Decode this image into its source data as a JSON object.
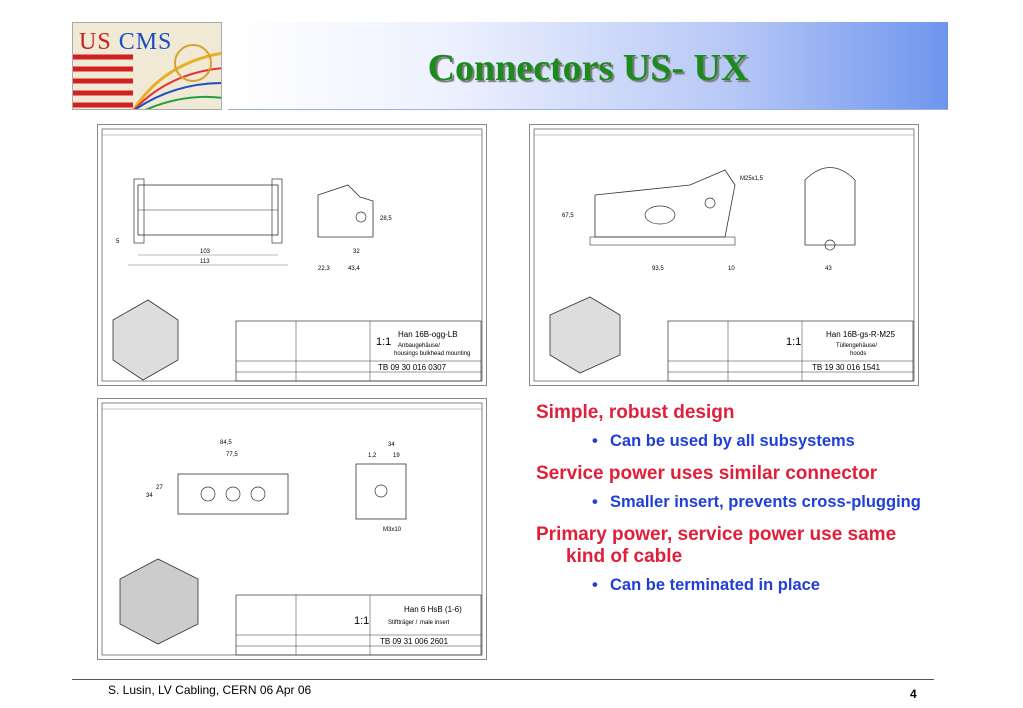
{
  "logo": {
    "us": "US",
    "cms": "CMS"
  },
  "title": "Connectors US- UX",
  "drawings": [
    {
      "part_name": "Han 16B-ogg-LB",
      "desc_de": "Anbaugehäuse/",
      "desc_en": "housings bulkhead mounting",
      "part_number": "TB 09 30 016 0307",
      "scale": "1:1",
      "dims": [
        "103",
        "113",
        "28,5",
        "22,3",
        "43,4",
        "32",
        "5"
      ]
    },
    {
      "part_name": "Han 16B-gs-R-M25",
      "desc_de": "Tüllengehäuse/",
      "desc_en": "hoods",
      "part_number": "TB 19 30 016 1541",
      "scale": "1:1",
      "dims": [
        "67,5",
        "93,5",
        "10",
        "43",
        "M25x1,5"
      ]
    },
    {
      "part_name": "Han 6 HsB (1-6)",
      "desc_de": "Stiftträger /",
      "desc_en": "male insert",
      "part_number": "TB 09 31 006 2601",
      "scale": "1:1",
      "dims": [
        "84,5",
        "77,5",
        "34",
        "27",
        "34",
        "1,2",
        "19",
        "M3x10"
      ]
    }
  ],
  "bullets": [
    {
      "text": "Simple, robust design",
      "subs": [
        "Can be used by all subsystems"
      ]
    },
    {
      "text": "Service power uses similar connector",
      "subs": [
        "Smaller insert, prevents cross-plugging"
      ]
    },
    {
      "text": "Primary power, service power use same kind of cable",
      "subs": [
        "Can be terminated in place"
      ]
    }
  ],
  "footer": {
    "left": "S. Lusin, LV Cabling, CERN 06 Apr 06",
    "page": "4"
  },
  "colors": {
    "title": "#1d8a1d",
    "bullet_main": "#e0203a",
    "bullet_sub": "#1f3fd8"
  }
}
